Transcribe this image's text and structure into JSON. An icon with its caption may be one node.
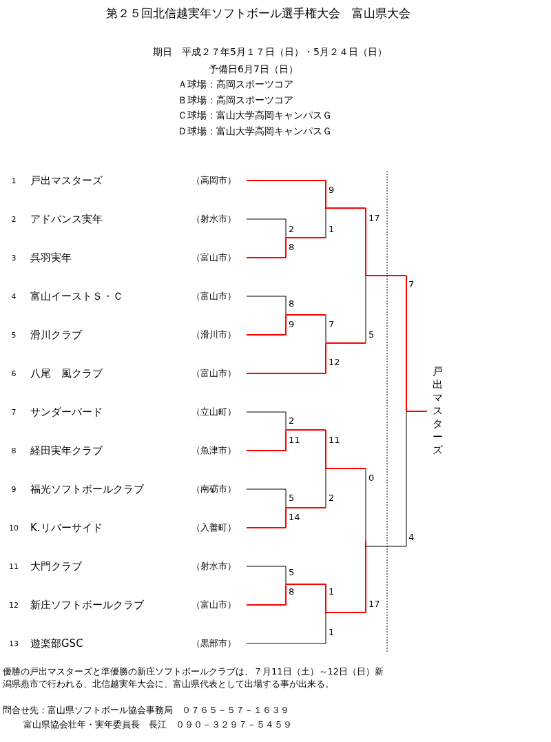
{
  "diagram": {
    "title": "第２５回北信越実年ソフトボール選手権大会　富山県大会",
    "labels": [
      "期日　平成２７年5月１７日（日）・5月２４日（日）",
      "予備日6月7日（日）",
      "Ａ球場：高岡スポーツコア",
      "Ｂ球場：高岡スポーツコア",
      "Ｃ球場：富山大学高岡キャンパスＧ",
      "Ｄ球場：富山大学高岡キャンパスＧ",
      "1",
      "戸出マスターズ",
      "（高岡市）",
      "2",
      "アドバンス実年",
      "（射水市）",
      "3",
      "呉羽実年",
      "（富山市）",
      "4",
      "富山イーストＳ・Ｃ",
      "（富山市）",
      "5",
      "滑川クラブ",
      "（滑川市）",
      "6",
      "八尾　風クラブ",
      "（富山市）",
      "7",
      "サンダーバード",
      "（立山町）",
      "8",
      "経田実年クラブ",
      "（魚津市）",
      "9",
      "福光ソフトボールクラブ",
      "（南砺市）",
      "10",
      "K.リバーサイド",
      "（入善町）",
      "11",
      "大門クラブ",
      "（射水市）",
      "12",
      "新庄ソフトボールクラブ",
      "（富山市）",
      "13",
      "遊楽部GSC",
      "（黒部市）",
      "9",
      "17",
      "2",
      "1",
      "8",
      "7",
      "8",
      "9",
      "7",
      "5",
      "12",
      "2",
      "11",
      "11",
      "0",
      "5",
      "2",
      "14",
      "4",
      "5",
      "8",
      "1",
      "17",
      "1",
      "戸出マスターズ",
      "優勝の戸出マスターズと準優勝の新庄ソフトボールクラブは、７月11日（土）～12日（日）新潟県燕市で行われる、北信越実年大会に、富山県代表として出場する事が出来る。",
      "問合せ先：富山県ソフトボール協会事務局　０７６５－５７－１６３９",
      "富山県協会壮年・実年委員長　長江　０９０－３２９７－５４５９"
    ]
  }
}
